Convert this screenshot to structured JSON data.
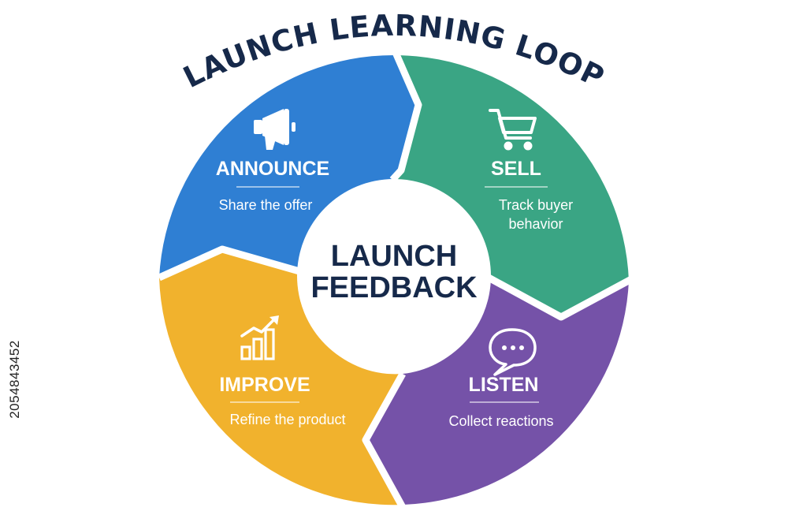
{
  "title": "LAUNCH LEARNING LOOP",
  "center": {
    "line1": "LAUNCH",
    "line2": "FEEDBACK"
  },
  "segments": [
    {
      "id": "announce",
      "label": "ANNOUNCE",
      "desc": [
        "Share the offer"
      ],
      "icon": "megaphone-icon",
      "color": "#2f7fd3"
    },
    {
      "id": "sell",
      "label": "SELL",
      "desc": [
        "Track buyer",
        "behavior"
      ],
      "icon": "shopping-cart-icon",
      "color": "#3aa584"
    },
    {
      "id": "listen",
      "label": "LISTEN",
      "desc": [
        "Collect reactions"
      ],
      "icon": "speech-bubble-icon",
      "color": "#7552a8"
    },
    {
      "id": "improve",
      "label": "IMPROVE",
      "desc": [
        "Refine the product"
      ],
      "icon": "growth-chart-icon",
      "color": "#f1b22d"
    }
  ],
  "side_id": "2054843452"
}
